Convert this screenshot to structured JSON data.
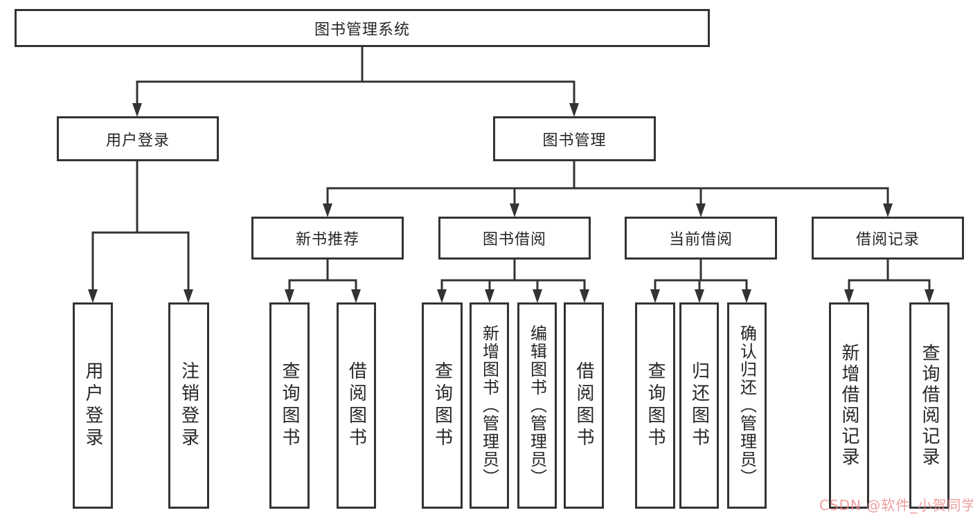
{
  "diagram": {
    "root": {
      "label": "图书管理系统"
    },
    "branches": [
      {
        "label": "用户登录",
        "children": [
          {
            "label": "用户登录"
          },
          {
            "label": "注销登录"
          }
        ]
      },
      {
        "label": "图书管理",
        "children": [
          {
            "label": "新书推荐",
            "children": [
              {
                "label": "查询图书"
              },
              {
                "label": "借阅图书"
              }
            ]
          },
          {
            "label": "图书借阅",
            "children": [
              {
                "label": "查询图书"
              },
              {
                "label": "新增图书（管理员）"
              },
              {
                "label": "编辑图书（管理员）"
              },
              {
                "label": "借阅图书"
              }
            ]
          },
          {
            "label": "当前借阅",
            "children": [
              {
                "label": "查询图书"
              },
              {
                "label": "归还图书"
              },
              {
                "label": "确认归还（管理员）"
              }
            ]
          },
          {
            "label": "借阅记录",
            "children": [
              {
                "label": "新增借阅记录"
              },
              {
                "label": "查询借阅记录"
              }
            ]
          }
        ]
      }
    ],
    "watermark": "CSDN @软件_小贺同学",
    "colors": {
      "line": "#333333",
      "box_border": "#333333",
      "text": "#262626",
      "watermark": "#e98383",
      "background": "#ffffff"
    }
  }
}
